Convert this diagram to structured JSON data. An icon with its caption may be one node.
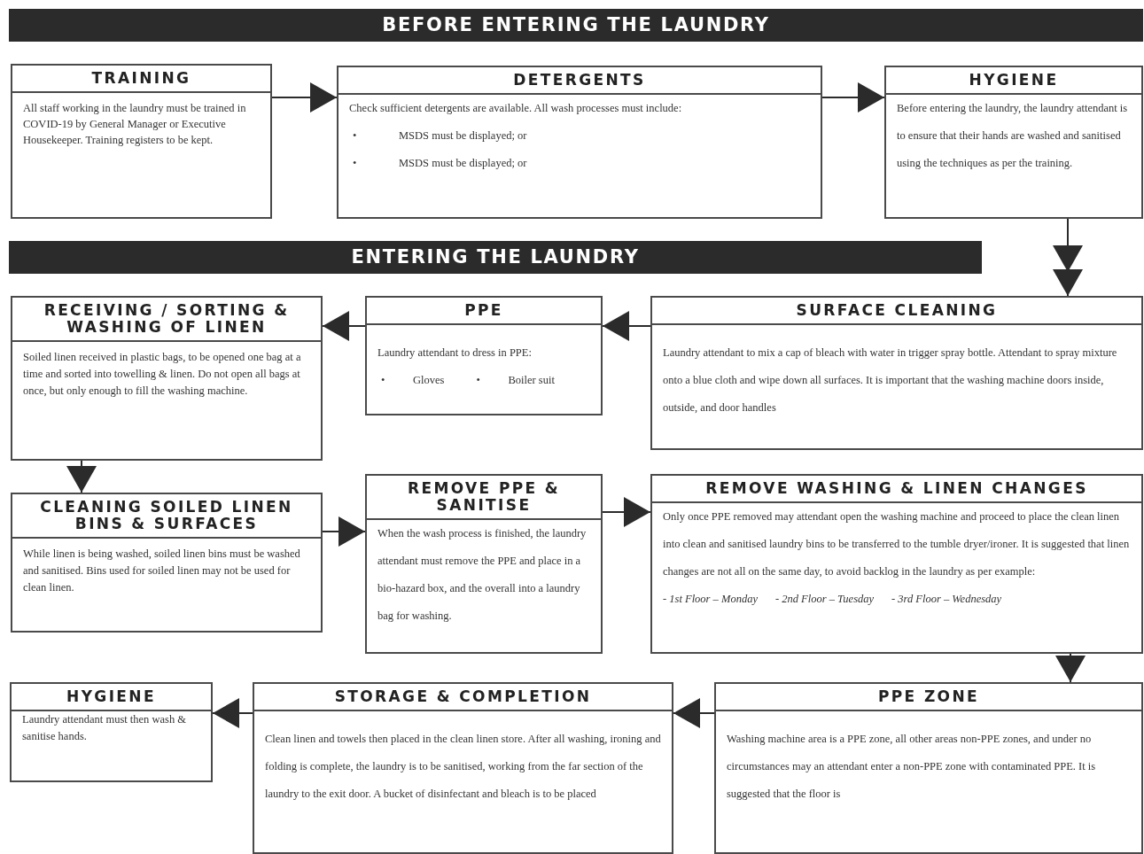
{
  "diagram": {
    "nodes": [
      {
        "text": [
          "BEFORE ENTERING THE LAUNDRY"
        ]
      },
      {
        "text": [
          "TRAINING",
          "All staff working in the laundry must be trained in COVID-19 by General Manager or Executive Housekeeper. Training registers to be kept."
        ]
      },
      {
        "text": [
          "DETERGENTS",
          "Check sufficient detergents are available. All wash processes must include:",
          "•",
          "MSDS must be displayed; or",
          "•",
          "MSDS must be displayed; or"
        ]
      },
      {
        "text": [
          "HYGIENE",
          "Before entering the laundry, the laundry attendant is to ensure that their hands are washed and sanitised using the techniques as per the training."
        ]
      },
      {
        "text": [
          "ENTERING THE LAUNDRY"
        ]
      },
      {
        "text": [
          "RECEIVING / SORTING & WASHING OF LINEN",
          "Soiled linen received in plastic bags, to be opened one bag at a time and sorted into towelling & linen. Do not open all bags at once, but only enough to fill the washing machine."
        ]
      },
      {
        "text": [
          "PPE",
          "Laundry attendant to dress in PPE:",
          "•",
          "Gloves",
          "•",
          "Boiler suit"
        ]
      },
      {
        "text": [
          "SURFACE CLEANING",
          "Laundry attendant to mix a cap of bleach with water in trigger spray bottle. Attendant to spray mixture onto a blue cloth and wipe down all surfaces. It is important that the washing machine doors inside, outside, and door handles"
        ]
      },
      {
        "text": [
          "CLEANING SOILED LINEN BINS & SURFACES",
          "While linen is being washed, soiled linen bins must be washed and sanitised. Bins used for soiled linen may not be used for clean linen."
        ]
      },
      {
        "text": [
          "REMOVE PPE & SANITISE",
          "When the wash process is finished, the laundry attendant must remove the PPE and place in a bio-hazard box, and the overall into a laundry bag for washing."
        ]
      },
      {
        "text": [
          "REMOVE WASHING & LINEN CHANGES",
          "Only once PPE removed may attendant open the washing machine and proceed to place the clean linen into clean and sanitised laundry bins to be transferred to the tumble dryer/ironer. It is suggested that linen changes are not all on the same day, to avoid backlog in the laundry as per example:",
          "- 1st Floor – Monday",
          "- 2nd Floor – Tuesday",
          "- 3rd Floor – Wednesday"
        ]
      },
      {
        "text": [
          "HYGIENE",
          "Laundry attendant must then wash & sanitise hands."
        ]
      },
      {
        "text": [
          "STORAGE & COMPLETION",
          "Clean linen and towels then placed in the clean linen store. After all washing, ironing and folding is complete, the laundry is to be sanitised, working from the far section of the laundry to the exit door. A bucket of disinfectant and bleach is to be placed"
        ]
      },
      {
        "text": [
          "PPE ZONE",
          "Washing machine area is a PPE zone, all other areas non-PPE zones, and under no circumstances may an attendant enter a non-PPE zone with contaminated PPE. It is suggested that the floor is"
        ]
      }
    ],
    "edges": [
      {
        "from": 1,
        "to": 2,
        "arrow": "to"
      },
      {
        "from": 2,
        "to": 3,
        "arrow": "to"
      },
      {
        "from": 3,
        "to": 7,
        "arrow": "to"
      },
      {
        "from": 7,
        "to": 6,
        "arrow": "to"
      },
      {
        "from": 6,
        "to": 5,
        "arrow": "to"
      },
      {
        "from": 5,
        "to": 8,
        "arrow": "to"
      },
      {
        "from": 8,
        "to": 9,
        "arrow": "to"
      },
      {
        "from": 9,
        "to": 10,
        "arrow": "to"
      },
      {
        "from": 10,
        "to": 13,
        "arrow": "to"
      },
      {
        "from": 13,
        "to": 12,
        "arrow": "to"
      },
      {
        "from": 12,
        "to": 11,
        "arrow": "to"
      }
    ]
  }
}
